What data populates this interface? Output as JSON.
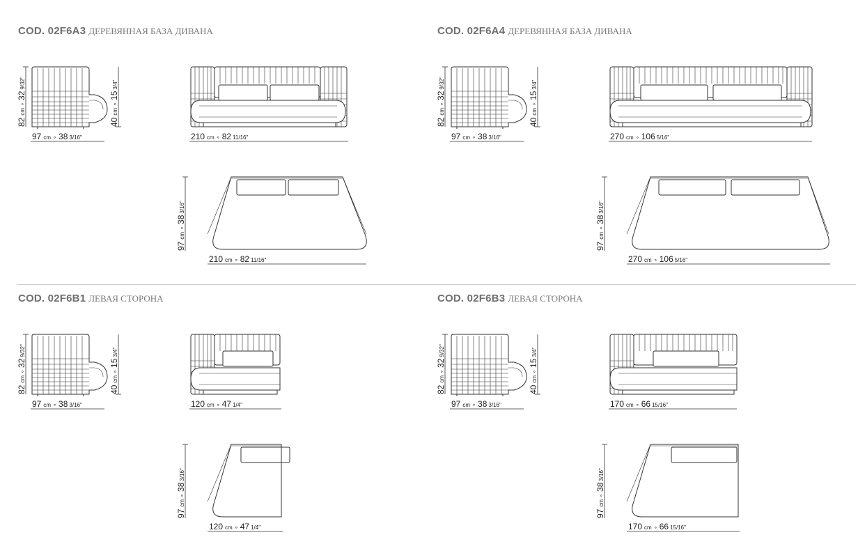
{
  "panels": [
    {
      "id": "a3",
      "code": "COD. 02F6A3",
      "desc": "ДЕРЕВЯННАЯ БАЗА ДИВАНА",
      "side_view": {
        "height_main": "82",
        "height_unit": "cm",
        "height_inch": "32",
        "height_frac": "9/32\"",
        "seat_main": "40",
        "seat_unit": "cm",
        "seat_inch": "15",
        "seat_frac": "3/4\"",
        "depth_main": "97",
        "depth_unit": "cm",
        "depth_inch": "38",
        "depth_frac": "3/16\""
      },
      "front_view": {
        "width_main": "210",
        "width_unit": "cm",
        "width_inch": "82",
        "width_frac": "11/16\""
      },
      "top_view": {
        "depth_main": "97",
        "depth_unit": "cm",
        "depth_inch": "38",
        "depth_frac": "3/16\"",
        "width_main": "210",
        "width_unit": "cm",
        "width_inch": "82",
        "width_frac": "11/16\""
      }
    },
    {
      "id": "a4",
      "code": "COD. 02F6A4",
      "desc": "ДЕРЕВЯННАЯ БАЗА ДИВАНА",
      "side_view": {
        "height_main": "82",
        "height_unit": "cm",
        "height_inch": "32",
        "height_frac": "9/32\"",
        "seat_main": "40",
        "seat_unit": "cm",
        "seat_inch": "15",
        "seat_frac": "3/4\"",
        "depth_main": "97",
        "depth_unit": "cm",
        "depth_inch": "38",
        "depth_frac": "3/16\""
      },
      "front_view": {
        "width_main": "270",
        "width_unit": "cm",
        "width_inch": "106",
        "width_frac": "5/16\""
      },
      "top_view": {
        "depth_main": "97",
        "depth_unit": "cm",
        "depth_inch": "38",
        "depth_frac": "3/16\"",
        "width_main": "270",
        "width_unit": "cm",
        "width_inch": "106",
        "width_frac": "5/16\""
      }
    },
    {
      "id": "b1",
      "code": "COD. 02F6B1",
      "desc": "ЛЕВАЯ СТОРОНА",
      "side_view": {
        "height_main": "82",
        "height_unit": "cm",
        "height_inch": "32",
        "height_frac": "9/32\"",
        "seat_main": "40",
        "seat_unit": "cm",
        "seat_inch": "15",
        "seat_frac": "3/4\"",
        "depth_main": "97",
        "depth_unit": "cm",
        "depth_inch": "38",
        "depth_frac": "3/16\""
      },
      "front_view": {
        "width_main": "120",
        "width_unit": "cm",
        "width_inch": "47",
        "width_frac": "1/4\""
      },
      "top_view": {
        "depth_main": "97",
        "depth_unit": "cm",
        "depth_inch": "38",
        "depth_frac": "3/16\"",
        "width_main": "120",
        "width_unit": "cm",
        "width_inch": "47",
        "width_frac": "1/4\""
      }
    },
    {
      "id": "b3",
      "code": "COD. 02F6B3",
      "desc": "ЛЕВАЯ СТОРОНА",
      "side_view": {
        "height_main": "82",
        "height_unit": "cm",
        "height_inch": "32",
        "height_frac": "9/32\"",
        "seat_main": "40",
        "seat_unit": "cm",
        "seat_inch": "15",
        "seat_frac": "3/4\"",
        "depth_main": "97",
        "depth_unit": "cm",
        "depth_inch": "38",
        "depth_frac": "3/16\""
      },
      "front_view": {
        "width_main": "170",
        "width_unit": "cm",
        "width_inch": "66",
        "width_frac": "15/16\""
      },
      "top_view": {
        "depth_main": "97",
        "depth_unit": "cm",
        "depth_inch": "38",
        "depth_frac": "3/16\"",
        "width_main": "170",
        "width_unit": "cm",
        "width_inch": "66",
        "width_frac": "15/16\""
      }
    }
  ],
  "colors": {
    "line": "#333333",
    "heading": "#6f6f6f",
    "separator": "#cfcfcf"
  }
}
